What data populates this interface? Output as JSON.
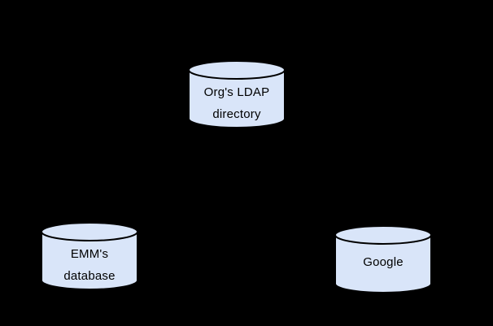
{
  "diagram": {
    "background_color": "#000000",
    "colors": {
      "node_fill": "#d9e5f9",
      "node_stroke": "#000000",
      "text": "#000000"
    },
    "nodes": {
      "ldap": {
        "shape": "database-cylinder",
        "lines": {
          "0": "Org's LDAP",
          "1": "directory"
        }
      },
      "emm": {
        "shape": "database-cylinder",
        "lines": {
          "0": "EMM's",
          "1": "database"
        }
      },
      "google": {
        "shape": "database-cylinder",
        "lines": {
          "0": "Google"
        }
      }
    }
  }
}
